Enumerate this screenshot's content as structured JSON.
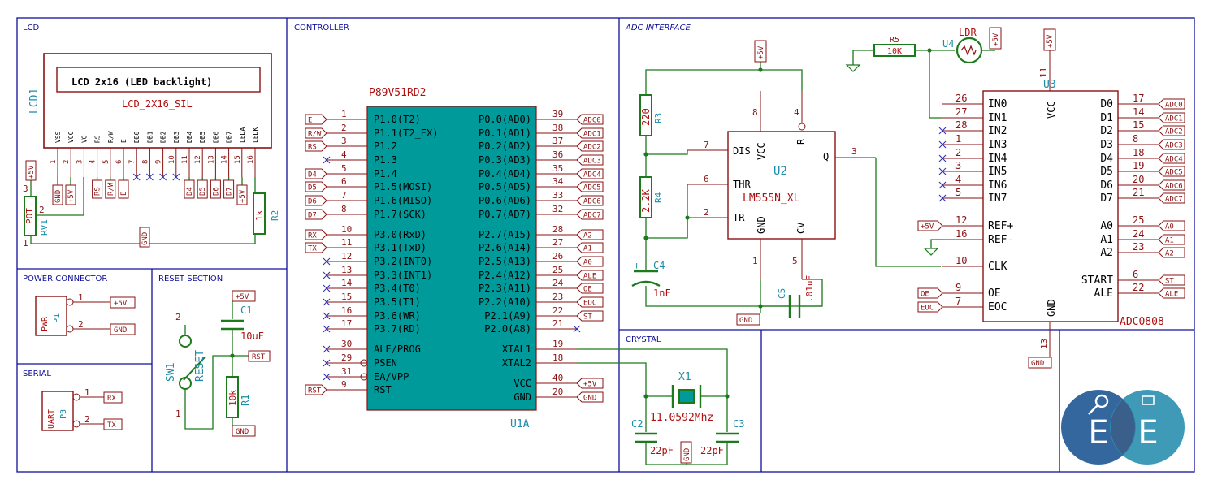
{
  "sections": {
    "lcd": "LCD",
    "controller": "CONTROLLER",
    "adc": "ADC INTERFACE",
    "power": "POWER CONNECTOR",
    "reset": "RESET SECTION",
    "serial": "SERIAL",
    "crystal": "CRYSTAL"
  },
  "lcd": {
    "ref": "LCD1",
    "value": "LCD_2X16_SIL",
    "screen_text": "LCD 2x16 (LED backlight)",
    "pin_names": [
      "VSS",
      "VCC",
      "VO",
      "RS",
      "R/W",
      "E",
      "DB0",
      "DB1",
      "DB2",
      "DB3",
      "DB4",
      "DB5",
      "DB6",
      "DB7",
      "LEDA",
      "LEDK"
    ],
    "pin_nums": [
      "1",
      "2",
      "3",
      "4",
      "5",
      "6",
      "7",
      "8",
      "9",
      "10",
      "11",
      "12",
      "13",
      "14",
      "15",
      "16"
    ]
  },
  "pot": {
    "ref": "RV1",
    "value": "POT",
    "pins": [
      "3",
      "2",
      "1"
    ]
  },
  "r2": {
    "ref": "R2",
    "value": "1k"
  },
  "mcu": {
    "name": "P89V51RD2",
    "ref": "U1A",
    "left": [
      {
        "num": "1",
        "name": "P1.0(T2)",
        "label": "E"
      },
      {
        "num": "2",
        "name": "P1.1(T2_EX)",
        "label": "R/W"
      },
      {
        "num": "3",
        "name": "P1.2",
        "label": "RS"
      },
      {
        "num": "4",
        "name": "P1.3",
        "label": ""
      },
      {
        "num": "5",
        "name": "P1.4",
        "label": "D4"
      },
      {
        "num": "6",
        "name": "P1.5(MOSI)",
        "label": "D5"
      },
      {
        "num": "7",
        "name": "P1.6(MISO)",
        "label": "D6"
      },
      {
        "num": "8",
        "name": "P1.7(SCK)",
        "label": "D7"
      },
      {
        "num": "10",
        "name": "P3.0(RxD)",
        "label": "RX"
      },
      {
        "num": "11",
        "name": "P3.1(TxD)",
        "label": "TX"
      },
      {
        "num": "12",
        "name": "P3.2(INT0)",
        "label": ""
      },
      {
        "num": "13",
        "name": "P3.3(INT1)",
        "label": ""
      },
      {
        "num": "14",
        "name": "P3.4(T0)",
        "label": ""
      },
      {
        "num": "15",
        "name": "P3.5(T1)",
        "label": ""
      },
      {
        "num": "16",
        "name": "P3.6(WR)",
        "label": ""
      },
      {
        "num": "17",
        "name": "P3.7(RD)",
        "label": ""
      },
      {
        "num": "30",
        "name": "ALE/PROG",
        "label": ""
      },
      {
        "num": "29",
        "name": "PSEN",
        "label": ""
      },
      {
        "num": "31",
        "name": "EA/VPP",
        "label": ""
      },
      {
        "num": "9",
        "name": "RST",
        "label": "RST"
      }
    ],
    "right": [
      {
        "num": "39",
        "name": "P0.0(AD0)",
        "label": "ADC0"
      },
      {
        "num": "38",
        "name": "P0.1(AD1)",
        "label": "ADC1"
      },
      {
        "num": "37",
        "name": "P0.2(AD2)",
        "label": "ADC2"
      },
      {
        "num": "36",
        "name": "P0.3(AD3)",
        "label": "ADC3"
      },
      {
        "num": "35",
        "name": "P0.4(AD4)",
        "label": "ADC4"
      },
      {
        "num": "34",
        "name": "P0.5(AD5)",
        "label": "ADC5"
      },
      {
        "num": "33",
        "name": "P0.6(AD6)",
        "label": "ADC6"
      },
      {
        "num": "32",
        "name": "P0.7(AD7)",
        "label": "ADC7"
      },
      {
        "num": "28",
        "name": "P2.7(A15)",
        "label": "A2"
      },
      {
        "num": "27",
        "name": "P2.6(A14)",
        "label": "A1"
      },
      {
        "num": "26",
        "name": "P2.5(A13)",
        "label": "A0"
      },
      {
        "num": "25",
        "name": "P2.4(A12)",
        "label": "ALE"
      },
      {
        "num": "24",
        "name": "P2.3(A11)",
        "label": "OE"
      },
      {
        "num": "23",
        "name": "P2.2(A10)",
        "label": "EOC"
      },
      {
        "num": "22",
        "name": "P2.1(A9)",
        "label": "ST"
      },
      {
        "num": "21",
        "name": "P2.0(A8)",
        "label": ""
      },
      {
        "num": "19",
        "name": "XTAL1",
        "label": ""
      },
      {
        "num": "18",
        "name": "XTAL2",
        "label": ""
      },
      {
        "num": "40",
        "name": "VCC",
        "label": "+5V"
      },
      {
        "num": "20",
        "name": "GND",
        "label": "GND"
      }
    ]
  },
  "timer": {
    "name": "LM555N_XL",
    "ref": "U2",
    "pins": {
      "dis": "DIS",
      "thr": "THR",
      "tr": "TR",
      "vcc": "VCC",
      "r": "R",
      "q": "Q",
      "gnd": "GND",
      "cv": "CV"
    },
    "nums": {
      "dis": "7",
      "thr": "6",
      "tr": "2",
      "vcc": "8",
      "r": "4",
      "q": "3",
      "gnd": "1",
      "cv": "5"
    }
  },
  "r3": {
    "ref": "R3",
    "value": "220"
  },
  "r4": {
    "ref": "R4",
    "value": "2.2K"
  },
  "c4": {
    "ref": "C4",
    "value": "1nF"
  },
  "c5": {
    "ref": "C5",
    "value": ".01uF"
  },
  "r5": {
    "ref": "R5",
    "value": "10K"
  },
  "ldr": {
    "ref": "U4",
    "value": "LDR"
  },
  "adc": {
    "name": "ADC0808",
    "ref": "U3",
    "vcc_name": "VCC",
    "vcc_num": "11",
    "gnd_name": "GND",
    "gnd_num": "13",
    "left": [
      {
        "num": "26",
        "name": "IN0",
        "label": ""
      },
      {
        "num": "27",
        "name": "IN1",
        "label": ""
      },
      {
        "num": "28",
        "name": "IN2",
        "label": ""
      },
      {
        "num": "1",
        "name": "IN3",
        "label": ""
      },
      {
        "num": "2",
        "name": "IN4",
        "label": ""
      },
      {
        "num": "3",
        "name": "IN5",
        "label": ""
      },
      {
        "num": "4",
        "name": "IN6",
        "label": ""
      },
      {
        "num": "5",
        "name": "IN7",
        "label": ""
      },
      {
        "num": "12",
        "name": "REF+",
        "label": "+5V"
      },
      {
        "num": "16",
        "name": "REF-",
        "label": ""
      },
      {
        "num": "10",
        "name": "CLK",
        "label": ""
      },
      {
        "num": "9",
        "name": "OE",
        "label": "OE"
      },
      {
        "num": "7",
        "name": "EOC",
        "label": "EOC"
      }
    ],
    "right": [
      {
        "num": "17",
        "name": "D0",
        "label": "ADC0"
      },
      {
        "num": "14",
        "name": "D1",
        "label": "ADC1"
      },
      {
        "num": "15",
        "name": "D2",
        "label": "ADC2"
      },
      {
        "num": "8",
        "name": "D3",
        "label": "ADC3"
      },
      {
        "num": "18",
        "name": "D4",
        "label": "ADC4"
      },
      {
        "num": "19",
        "name": "D5",
        "label": "ADC5"
      },
      {
        "num": "20",
        "name": "D6",
        "label": "ADC6"
      },
      {
        "num": "21",
        "name": "D7",
        "label": "ADC7"
      },
      {
        "num": "25",
        "name": "A0",
        "label": "A0"
      },
      {
        "num": "24",
        "name": "A1",
        "label": "A1"
      },
      {
        "num": "23",
        "name": "A2",
        "label": "A2"
      },
      {
        "num": "6",
        "name": "START",
        "label": "ST"
      },
      {
        "num": "22",
        "name": "ALE",
        "label": "ALE"
      }
    ]
  },
  "power_conn": {
    "ref": "P1",
    "value": "PWR",
    "labels": [
      "+5V",
      "GND"
    ],
    "pins": [
      "1",
      "2"
    ]
  },
  "uart": {
    "ref": "P3",
    "value": "UART",
    "labels": [
      "RX",
      "TX"
    ],
    "pins": [
      "1",
      "2"
    ]
  },
  "reset": {
    "sw_ref": "SW1",
    "sw_value": "RESET",
    "sw_pins": [
      "2",
      "1"
    ],
    "c1_ref": "C1",
    "c1_value": "10uF",
    "r1_ref": "R1",
    "r1_value": "10k",
    "labels": {
      "vcc": "+5V",
      "rst": "RST",
      "gnd": "GND"
    }
  },
  "crystal": {
    "x1_ref": "X1",
    "x1_value": "11.0592Mhz",
    "c2_ref": "C2",
    "c2_value": "22pF",
    "c3_ref": "C3",
    "c3_value": "22pF",
    "gnd": "GND"
  },
  "net": {
    "vcc": "+5V",
    "gnd": "GND"
  },
  "logo": {
    "letters": [
      "E",
      "E"
    ]
  },
  "colors": {
    "frame": "#10109a",
    "body": "#8a1212",
    "wire": "#1c7a1c",
    "chip_fill": "#009a9a",
    "logo_left": "#2a5f9a",
    "logo_right": "#2a8fb0",
    "value_text": "#b01010",
    "ref_text": "#1c8ca8"
  }
}
